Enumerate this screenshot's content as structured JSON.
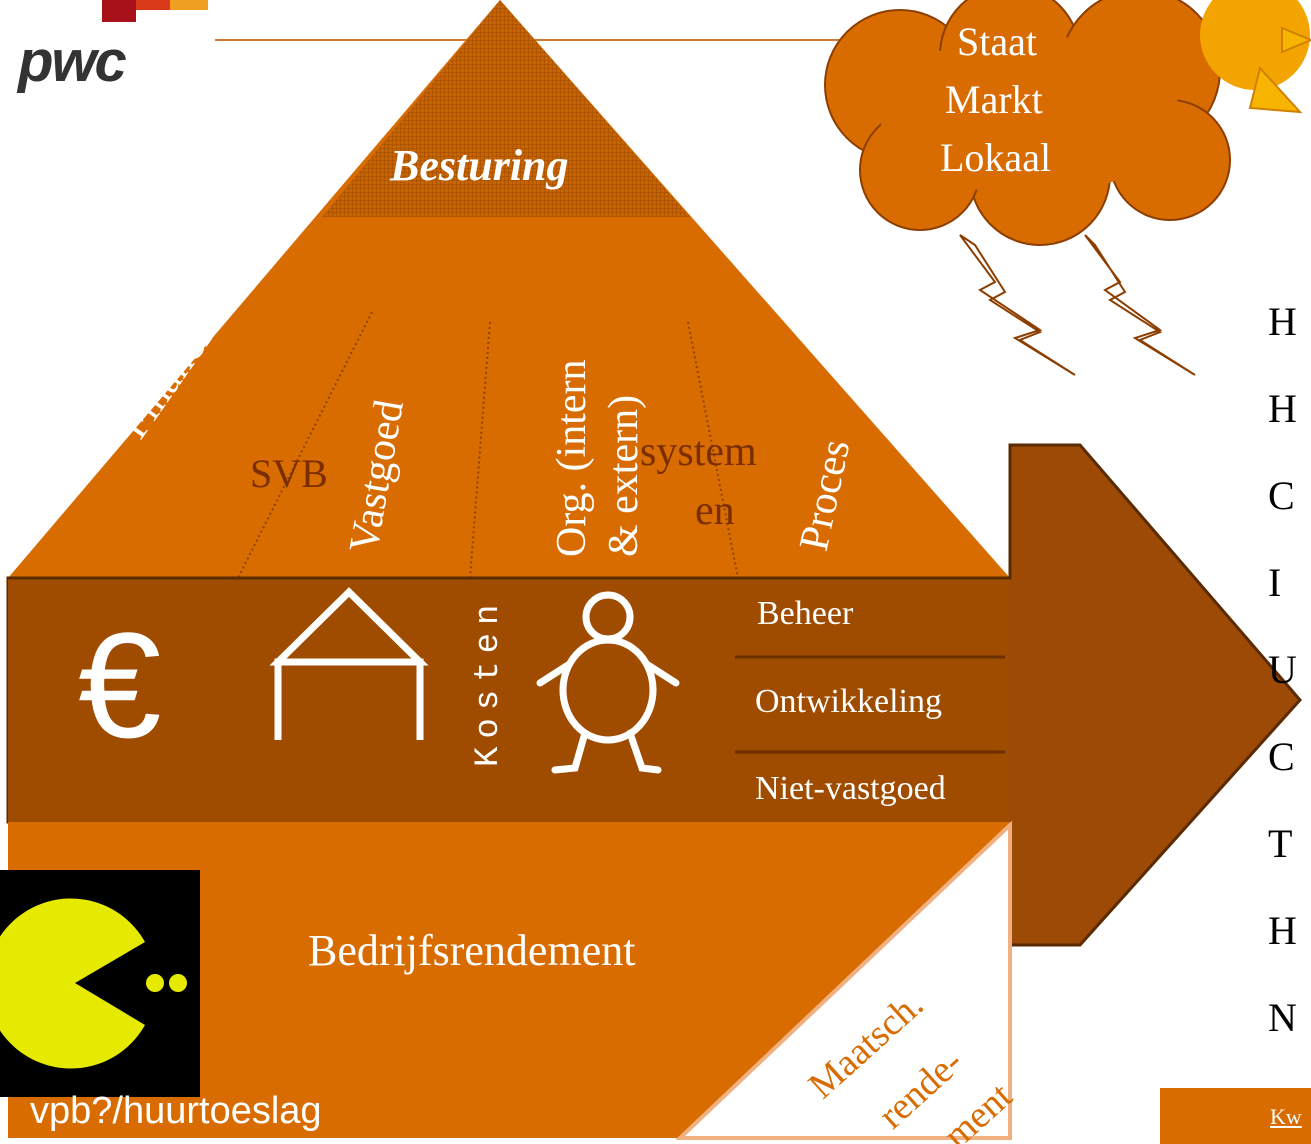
{
  "logo": {
    "text": "pwc"
  },
  "pyramid": {
    "top_label": "Besturing",
    "segments": [
      "Financieel",
      "Vastgoed",
      "Org. (intern",
      "& extern)",
      "Proces"
    ],
    "overlay_labels": {
      "svb": "SVB",
      "systemen_line1": "system",
      "systemen_line2": "en"
    }
  },
  "cloud": {
    "lines": [
      "Staat",
      "Markt",
      "Lokaal"
    ]
  },
  "band": {
    "euro_symbol": "€",
    "kosten_label": "Kosten",
    "cost_items": [
      "Beheer",
      "Ontwikkeling",
      "Niet-vastgoed"
    ]
  },
  "base": {
    "bedrijfsrendement": "Bedrijfsrendement",
    "maatsch": [
      "Maatsch.",
      "rende-",
      "ment"
    ],
    "tax_note": "vpb?/huurtoeslag"
  },
  "right_list_clipped_letters": [
    "H",
    "H",
    "C",
    "I",
    "U",
    "C",
    "T",
    "H",
    "N"
  ],
  "footer_clipped": "Kw",
  "colors": {
    "orange": "#d96c00",
    "brown": "#a04c00",
    "arrow": "#9c4a06",
    "sun": "#f4a400",
    "cloud_outline": "#8c3e00",
    "pacman": "#e6ea00"
  }
}
